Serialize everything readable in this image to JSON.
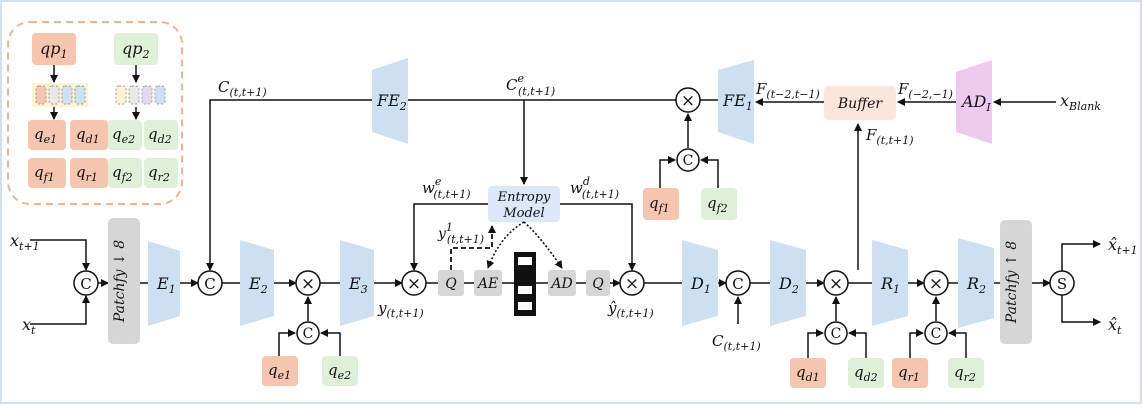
{
  "diagram": {
    "legend": {
      "qp1": "qp",
      "qp1_sub": "1",
      "qp2": "qp",
      "qp2_sub": "2",
      "qe1": "q",
      "qe1_sub": "e1",
      "qd1": "q",
      "qd1_sub": "d1",
      "qf1": "q",
      "qf1_sub": "f1",
      "qr1": "q",
      "qr1_sub": "r1",
      "qe2": "q",
      "qe2_sub": "e2",
      "qd2": "q",
      "qd2_sub": "d2",
      "qf2": "q",
      "qf2_sub": "f2",
      "qr2": "q",
      "qr2_sub": "r2"
    },
    "inputs": {
      "x_t1": "x",
      "x_t1_sub": "t+1",
      "x_t": "x",
      "x_t_sub": "t",
      "x_blank": "x",
      "x_blank_sub": "Blank"
    },
    "outputs": {
      "xhat_t1": "x̂",
      "xhat_t1_sub": "t+1",
      "xhat_t": "x̂",
      "xhat_t_sub": "t"
    },
    "blocks": {
      "patchfy_down": "Patchfy ↓ 8",
      "patchfy_up": "Patchfy ↑ 8",
      "E1": "E",
      "E1_sub": "1",
      "E2": "E",
      "E2_sub": "2",
      "E3": "E",
      "E3_sub": "3",
      "D1": "D",
      "D1_sub": "1",
      "D2": "D",
      "D2_sub": "2",
      "R1": "R",
      "R1_sub": "1",
      "R2": "R",
      "R2_sub": "2",
      "FE2": "FE",
      "FE2_sub": "2",
      "FE1": "FE",
      "FE1_sub": "1",
      "ADI": "AD",
      "ADI_sub": "I",
      "buffer": "Buffer",
      "entropy_line1": "Entropy",
      "entropy_line2": "Model",
      "Q1": "Q",
      "AE": "AE",
      "AD": "AD",
      "Q2": "Q"
    },
    "operators": {
      "concat": "C",
      "multiply": "×",
      "split": "S"
    },
    "labels": {
      "C_t_t1": "C",
      "C_t_t1_sub": "(t,t+1)",
      "Ce": "C",
      "Ce_sup": "e",
      "Ce_sub": "(t,t+1)",
      "we": "w",
      "we_sup": "e",
      "we_sub": "(t,t+1)",
      "wd": "w",
      "wd_sup": "d",
      "wd_sub": "(t,t+1)",
      "y1": "y",
      "y1_sup": "1",
      "y1_sub": "(t,t+1)",
      "y": "y",
      "y_sub": "(t,t+1)",
      "yhat": "ŷ",
      "yhat_sub": "(t,t+1)",
      "C_bottom": "C",
      "C_bottom_sub": "(t,t+1)",
      "F_prev": "F",
      "F_prev_sub": "(t−2,t−1)",
      "F_blank": "F",
      "F_blank_sub": "(−2,−1)",
      "F_next": "F",
      "F_next_sub": "(t,t+1)"
    },
    "quality_inputs": {
      "qe1": "q",
      "qe1_sub": "e1",
      "qe2": "q",
      "qe2_sub": "e2",
      "qf1": "q",
      "qf1_sub": "f1",
      "qf2": "q",
      "qf2_sub": "f2",
      "qd1": "q",
      "qd1_sub": "d1",
      "qd2": "q",
      "qd2_sub": "d2",
      "qr1": "q",
      "qr1_sub": "r1",
      "qr2": "q",
      "qr2_sub": "r2"
    }
  }
}
